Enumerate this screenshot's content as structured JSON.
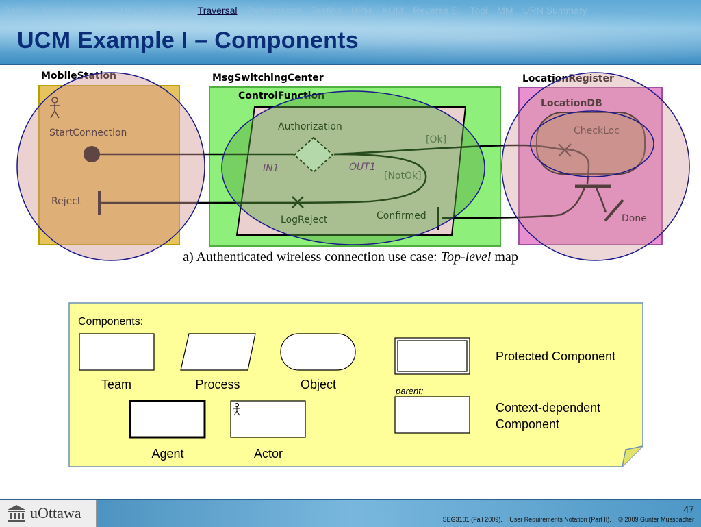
{
  "nav": {
    "items": [
      "Basics",
      "Transformations",
      "UC",
      "GRL",
      "RM",
      "Traversal",
      "Performance",
      "Testing",
      "BPM",
      "AOM",
      "Reverse E.",
      "Tool",
      "MM",
      "URN Summary"
    ],
    "active_index": 5
  },
  "slide": {
    "title": "UCM Example I – Components",
    "page_number": "47",
    "footer_course": "SEG3101 (Fall 2009).",
    "footer_topic": "User Requirements Notation (Part II).",
    "footer_copyright": "© 2009 Gunter Mussbacher",
    "logo_text": "uOttawa"
  },
  "map": {
    "components": {
      "mobile_station": "MobileStation",
      "msg_switching_center": "MsgSwitchingCenter",
      "control_function": "ControlFunction",
      "location_register": "LocationRegister",
      "location_db": "LocationDB",
      "check_loc": "CheckLoc"
    },
    "elements": {
      "start": "StartConnection",
      "reject": "Reject",
      "authorization": "Authorization",
      "in1": "IN1",
      "out1": "OUT1",
      "ok": "[Ok]",
      "not_ok": "[NotOk]",
      "log_reject": "LogReject",
      "confirmed": "Confirmed",
      "done": "Done"
    },
    "caption_prefix": "a) Authenticated wireless connection use case: ",
    "caption_italic": "Top-level",
    "caption_suffix": " map"
  },
  "legend": {
    "heading": "Components:",
    "team": "Team",
    "process": "Process",
    "object": "Object",
    "agent": "Agent",
    "actor": "Actor",
    "protected": "Protected Component",
    "parent": "parent:",
    "context_line1": "Context-dependent",
    "context_line2": "Component"
  },
  "colors": {
    "title": "#0b2d78",
    "nav_active": "#0b0b40",
    "nav_inactive": "#8fc0df",
    "mobile_station_fill": "#e6c35c",
    "switching_center_fill": "#8ef07a",
    "control_function_fill": "#ead0cf",
    "location_register_fill": "#e890d0",
    "check_loc_fill": "#c9908a",
    "legend_fill": "#ffff99",
    "overlay_circle": "#d49a9a",
    "overlay_ellipse": "#5aa845"
  }
}
